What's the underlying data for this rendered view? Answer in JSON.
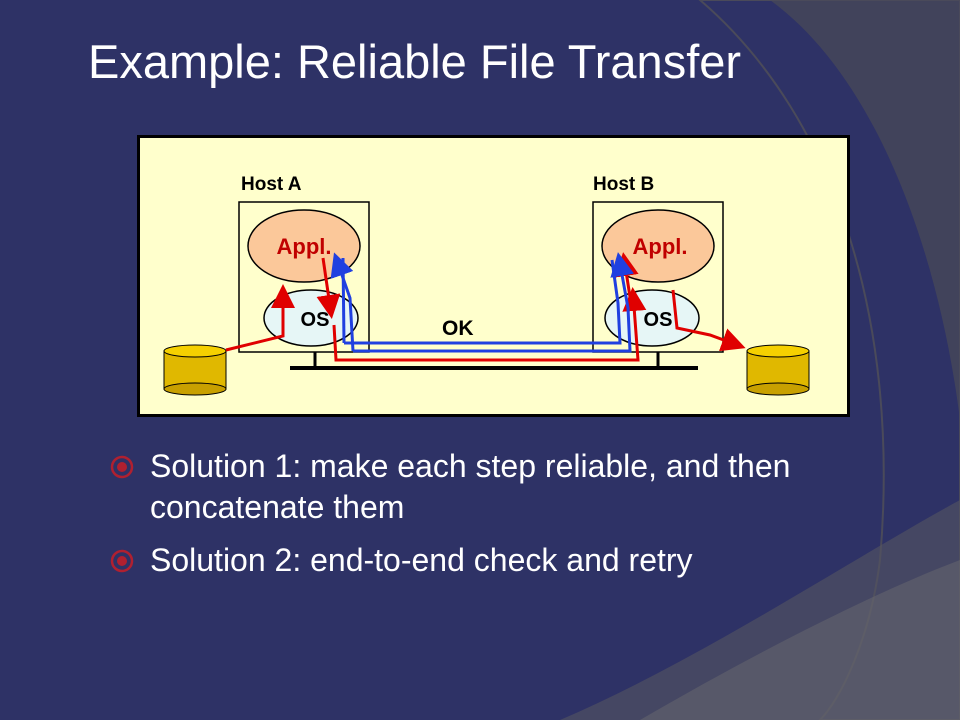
{
  "slide": {
    "title": "Example: Reliable File Transfer"
  },
  "diagram": {
    "host_a_label": "Host A",
    "host_b_label": "Host B",
    "appl_label_a": "Appl.",
    "appl_label_b": "Appl.",
    "os_label_a": "OS",
    "os_label_b": "OS",
    "ok_label": "OK"
  },
  "bullets": [
    {
      "icon": "radio-bullet-icon",
      "text": "Solution 1: make each step reliable, and then concatenate them"
    },
    {
      "icon": "radio-bullet-icon",
      "text": "Solution 2: end-to-end check and retry"
    }
  ],
  "colors": {
    "background": "#2e3266",
    "diagram_fill": "#ffffcc",
    "appl_fill": "#fbc89a",
    "os_fill": "#e6f6f6",
    "disk_fill": "#e0b800",
    "red_path": "#e00000",
    "blue_path": "#2040e0",
    "bullet_accent": "#b02030"
  }
}
